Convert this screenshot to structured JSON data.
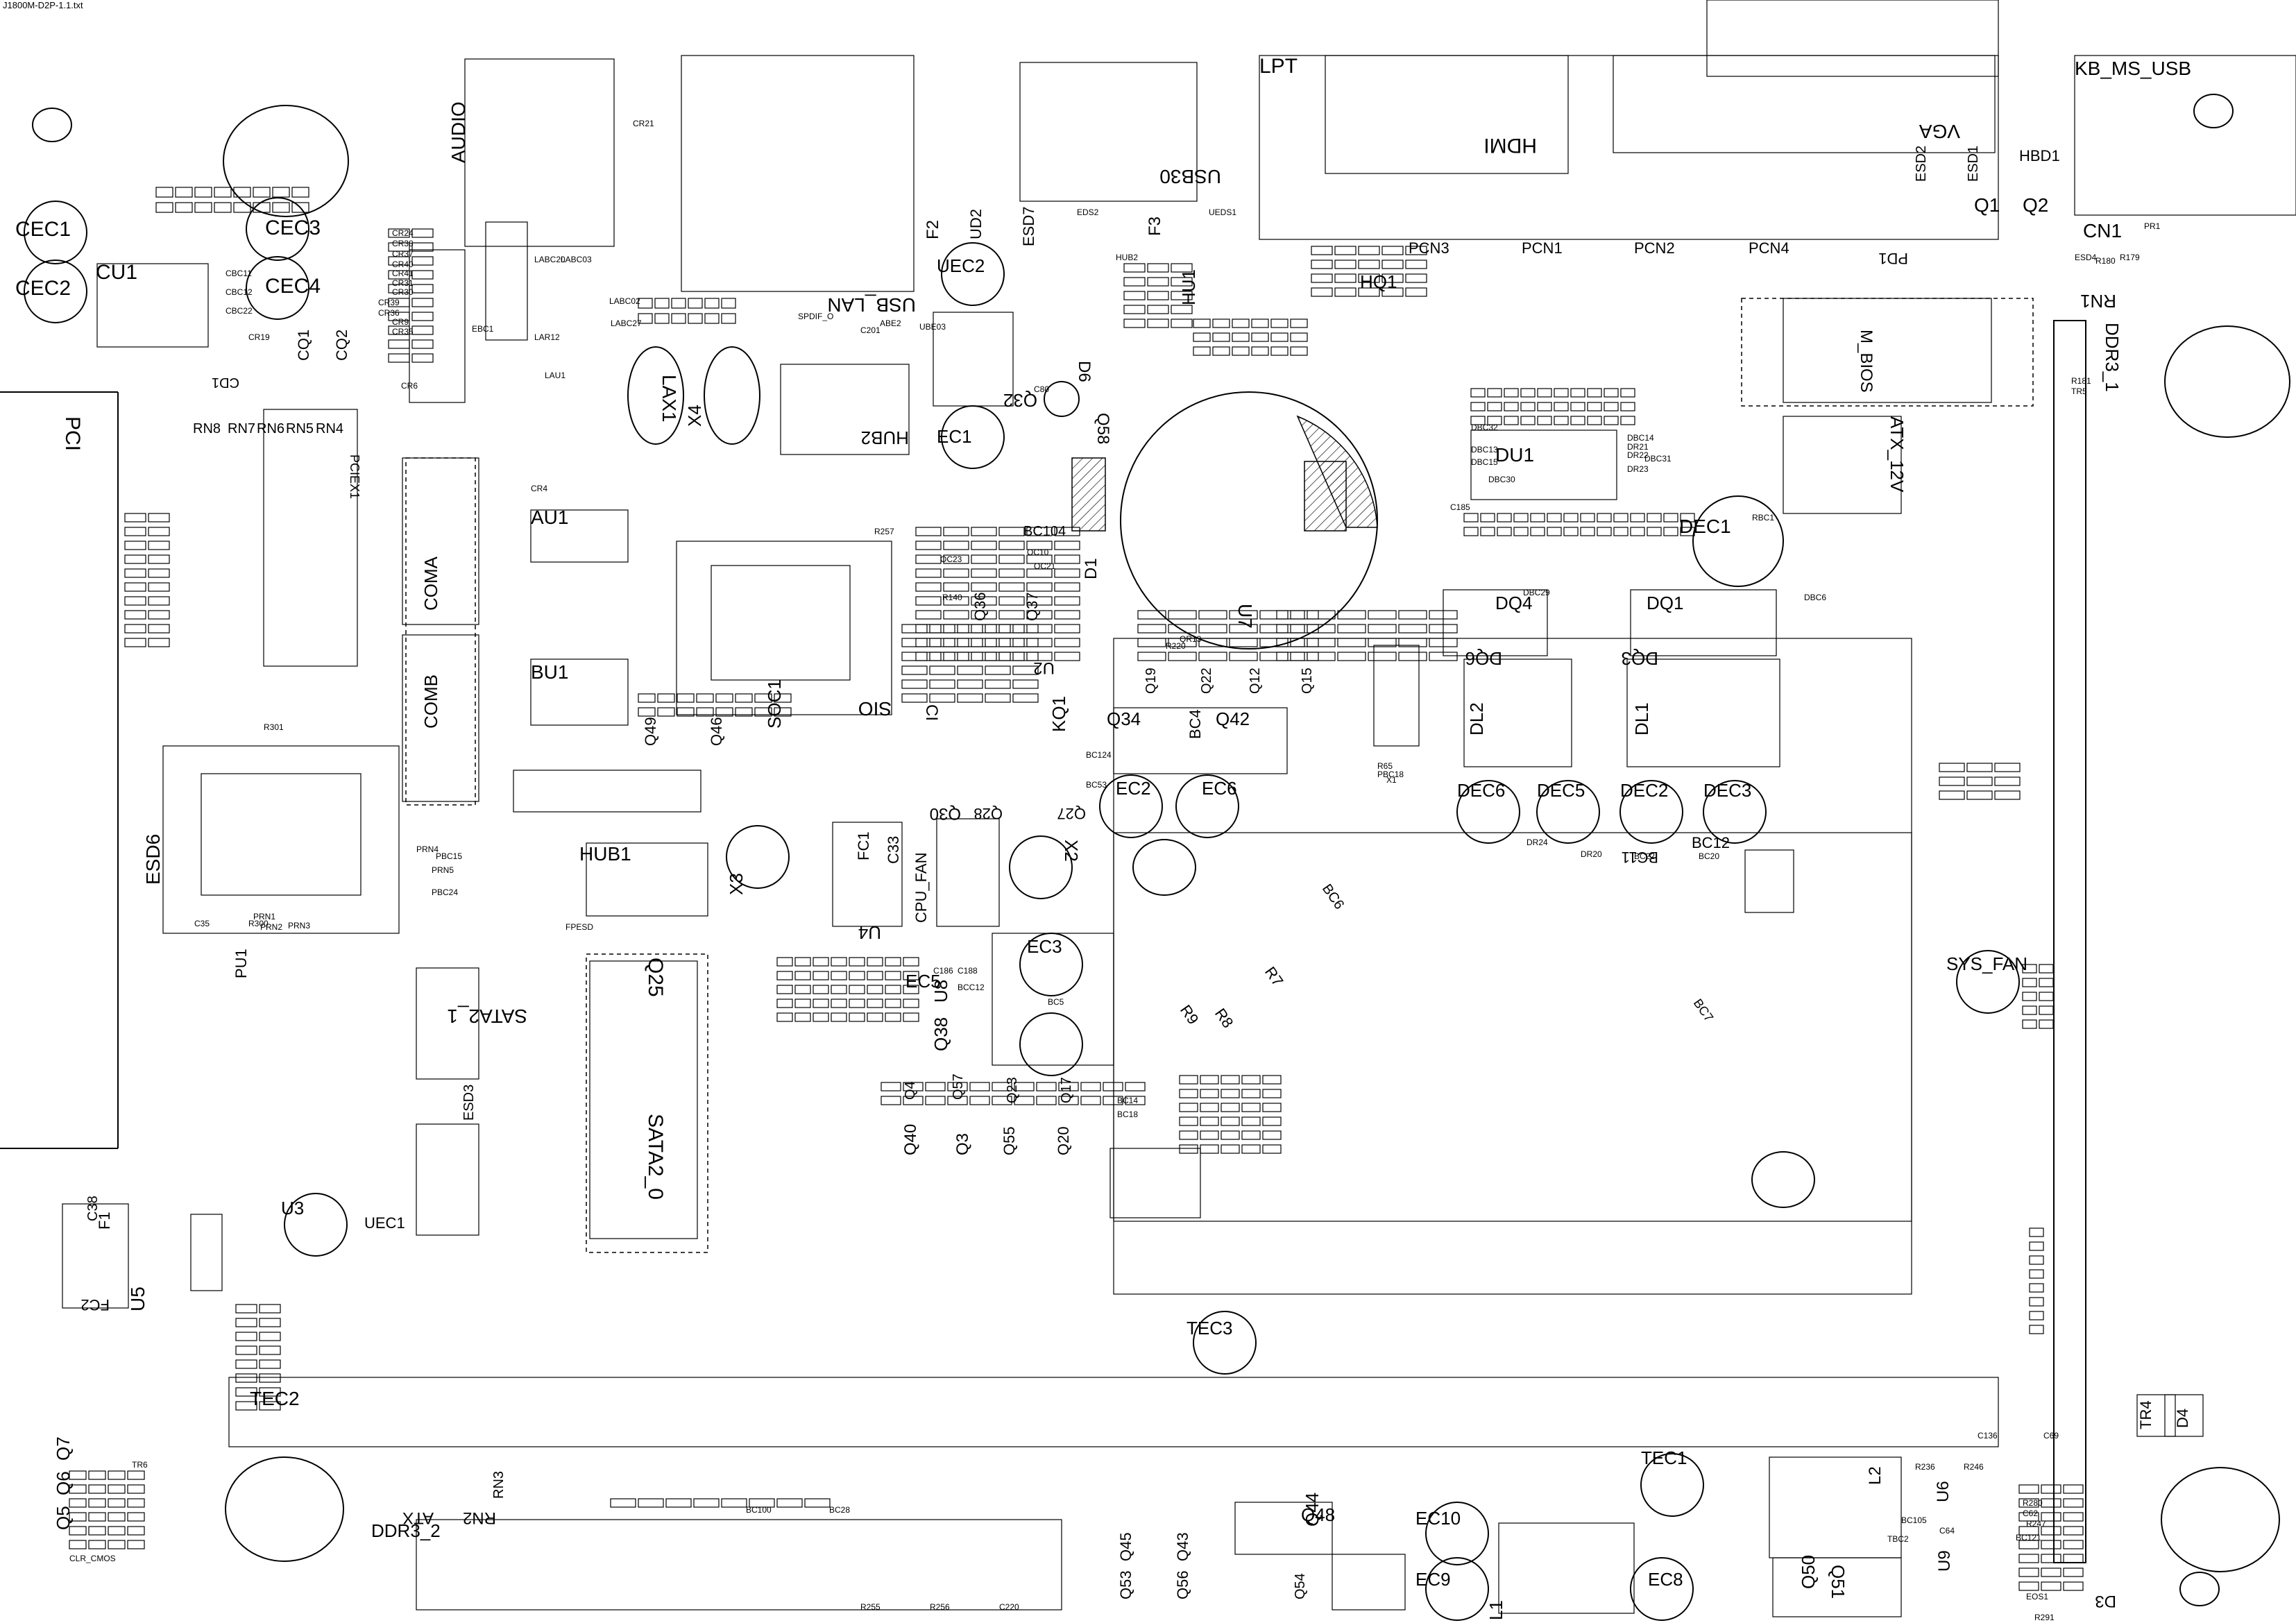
{
  "file_title": "J1800M-D2P-1.1.txt",
  "big_labels": [
    "PCI",
    "CEC1",
    "CEC2",
    "CU1",
    "CEC3",
    "CEC4",
    "AUDIO",
    "USB_LAN",
    "LAX1",
    "X4",
    "HUB2",
    "F2",
    "UD2",
    "ESD7",
    "UEC2",
    "Q32",
    "EC1",
    "D6",
    "Q58",
    "F3",
    "USB30",
    "HU1",
    "LPT",
    "HDMI",
    "HQ1",
    "VGA",
    "KB_MS_USB",
    "Q1",
    "Q2",
    "HBD1",
    "ESD1",
    "ESD2",
    "CN1",
    "RN1",
    "DDR3_1",
    "M_BIOS",
    "ATX_12V",
    "PD1",
    "PCN1",
    "PCN2",
    "PCN3",
    "PCN4",
    "DU1",
    "DEC1",
    "DQ4",
    "DQ1",
    "DQ6",
    "DQ3",
    "DL2",
    "DL1",
    "DEC6",
    "DEC5",
    "DEC2",
    "DEC3",
    "BC11",
    "BC12",
    "U7",
    "Q34",
    "Q42",
    "EC2",
    "EC6",
    "BC4",
    "KQ1",
    "U2",
    "SIO",
    "CI",
    "SOC1",
    "Q49",
    "Q46",
    "Q36",
    "Q37",
    "Q19",
    "Q22",
    "Q12",
    "Q15",
    "D1",
    "BC104",
    "AU1",
    "BU1",
    "COMA",
    "COMB",
    "HUB1",
    "X3",
    "X2",
    "FC1",
    "C33",
    "CPU_FAN",
    "U4",
    "Q30",
    "Q28",
    "Q27",
    "EC3",
    "EC5",
    "U8",
    "Q38",
    "Q40",
    "Q3",
    "Q4",
    "Q57",
    "Q55",
    "Q20",
    "Q17",
    "Q23",
    "Q25",
    "SATA2_0",
    "SATA2_1",
    "ESD3",
    "ESD6",
    "PU1",
    "U3",
    "UEC1",
    "F1",
    "C38",
    "FC2",
    "U5",
    "SYS_FAN",
    "TEC3",
    "TEC2",
    "DDR3_2",
    "ATX",
    "RN2",
    "RN3",
    "Q7",
    "Q6",
    "Q5",
    "TEC1",
    "L2",
    "U6",
    "U9",
    "Q50",
    "Q51",
    "EC8",
    "L1",
    "EC9",
    "EC10",
    "Q44",
    "Q48",
    "Q45",
    "Q43",
    "Q53",
    "Q56",
    "Q54",
    "TR4",
    "D4",
    "D3",
    "RN8",
    "RN7",
    "RN6",
    "RN5",
    "RN4",
    "PCIEX1",
    "CQ1",
    "CQ2",
    "CD1",
    "BC6",
    "BC7",
    "R7",
    "R8",
    "R9"
  ],
  "small_labels": [
    "CR21",
    "CBC11",
    "CBC12",
    "CBC22",
    "CR19",
    "EBC1",
    "LABC20",
    "LABC03",
    "LABC02",
    "LABC27",
    "LAR12",
    "LAU1",
    "CR24",
    "CR38",
    "CR37",
    "CR40",
    "CR41",
    "CR31",
    "CR30",
    "CR39",
    "CR36",
    "CR9",
    "CR35",
    "CR6",
    "CR4",
    "SPDIF_O",
    "ABE2",
    "UBE03",
    "C201",
    "EDS2",
    "C80",
    "UEDS1",
    "HUB2",
    "RBC1",
    "DBC6",
    "DBC29",
    "DBC31",
    "DBC32",
    "DBC13",
    "DBC14",
    "DR21",
    "DR22",
    "DR23",
    "DBC30",
    "DBC15",
    "DR24",
    "DR20",
    "BC22",
    "BC20",
    "BC14",
    "BC18",
    "BC5",
    "BC124",
    "BC53",
    "BC100",
    "BC28",
    "BC121",
    "EOS1",
    "R291",
    "R280",
    "C62",
    "R247",
    "R246",
    "R236",
    "TBC2",
    "BC105",
    "C64",
    "C69",
    "C136",
    "R301",
    "R300",
    "PRN1",
    "PRN2",
    "PRN3",
    "PRN4",
    "PRN5",
    "PBC24",
    "PBC15",
    "PBC18",
    "X1",
    "R65",
    "C35",
    "PR1",
    "ESD4",
    "R180",
    "R179",
    "R181",
    "TR5",
    "TR6",
    "CLR_CMOS",
    "FPESD",
    "C185",
    "OC10",
    "OC21",
    "OC23",
    "QR13",
    "R220",
    "R140",
    "C188",
    "C186",
    "BCC12",
    "R257",
    "R255",
    "R256",
    "C220"
  ]
}
